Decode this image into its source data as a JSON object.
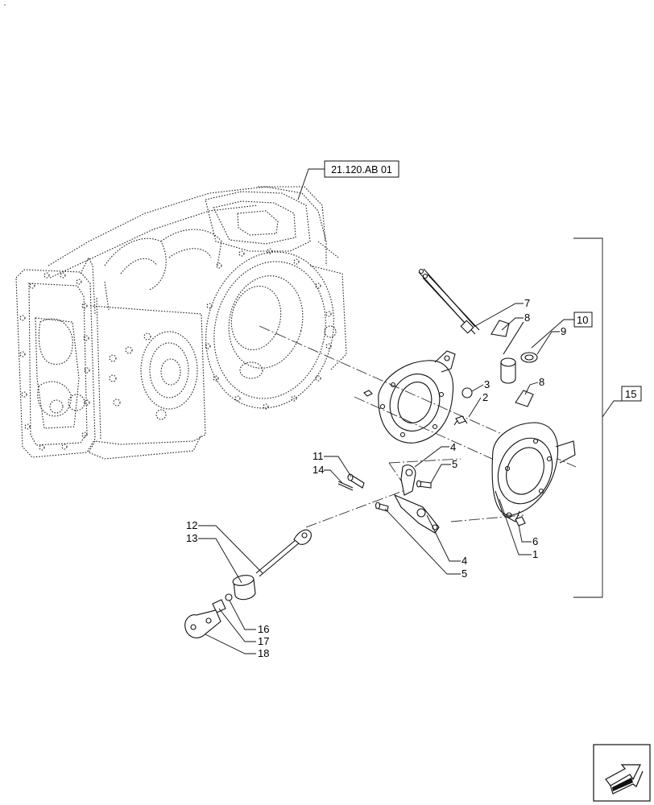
{
  "reference": "21.120.AB 01",
  "callouts": [
    {
      "id": "c1",
      "text": "1"
    },
    {
      "id": "c2",
      "text": "2"
    },
    {
      "id": "c3",
      "text": "3"
    },
    {
      "id": "c4a",
      "text": "4"
    },
    {
      "id": "c4b",
      "text": "4"
    },
    {
      "id": "c5a",
      "text": "5"
    },
    {
      "id": "c5b",
      "text": "5"
    },
    {
      "id": "c6",
      "text": "6"
    },
    {
      "id": "c7",
      "text": "7"
    },
    {
      "id": "c8a",
      "text": "8"
    },
    {
      "id": "c8b",
      "text": "8"
    },
    {
      "id": "c9",
      "text": "9"
    },
    {
      "id": "c10",
      "text": "10"
    },
    {
      "id": "c11",
      "text": "11"
    },
    {
      "id": "c12",
      "text": "12"
    },
    {
      "id": "c13",
      "text": "13"
    },
    {
      "id": "c14",
      "text": "14"
    },
    {
      "id": "c15",
      "text": "15"
    },
    {
      "id": "c16",
      "text": "16"
    },
    {
      "id": "c17",
      "text": "17"
    },
    {
      "id": "c18",
      "text": "18"
    }
  ],
  "nav_icon": "next-page-arrow-icon"
}
